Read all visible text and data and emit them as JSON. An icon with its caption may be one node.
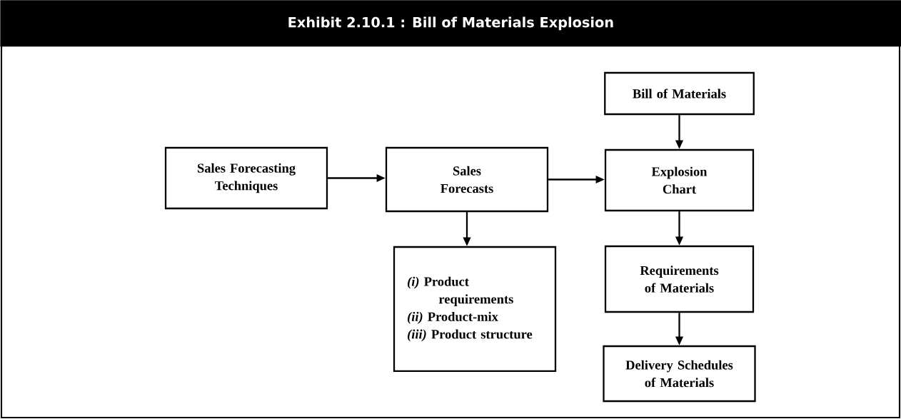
{
  "diagram": {
    "title": "Exhibit 2.10.1 : Bill of Materials Explosion",
    "nodes": [
      {
        "text": [
          "Sales Forecasting Techniques"
        ]
      },
      {
        "text": [
          "Sales Forecasts"
        ]
      },
      {
        "text": [
          "Bill of Materials"
        ]
      },
      {
        "text": [
          "Explosion Chart"
        ]
      },
      {
        "text": [
          "*(i)* Product requirements",
          "*(ii)* Product-mix",
          "*(iii)* Product structure"
        ]
      },
      {
        "text": [
          "Requirements of Materials"
        ]
      },
      {
        "text": [
          "Delivery Schedules of Materials"
        ]
      }
    ],
    "edges": [
      {
        "from": 0,
        "to": 1,
        "arrow": "to"
      },
      {
        "from": 1,
        "to": 3,
        "arrow": "to"
      },
      {
        "from": 2,
        "to": 3,
        "arrow": "to"
      },
      {
        "from": 1,
        "to": 4,
        "arrow": "to"
      },
      {
        "from": 3,
        "to": 5,
        "arrow": "to"
      },
      {
        "from": 5,
        "to": 6,
        "arrow": "to"
      }
    ]
  }
}
